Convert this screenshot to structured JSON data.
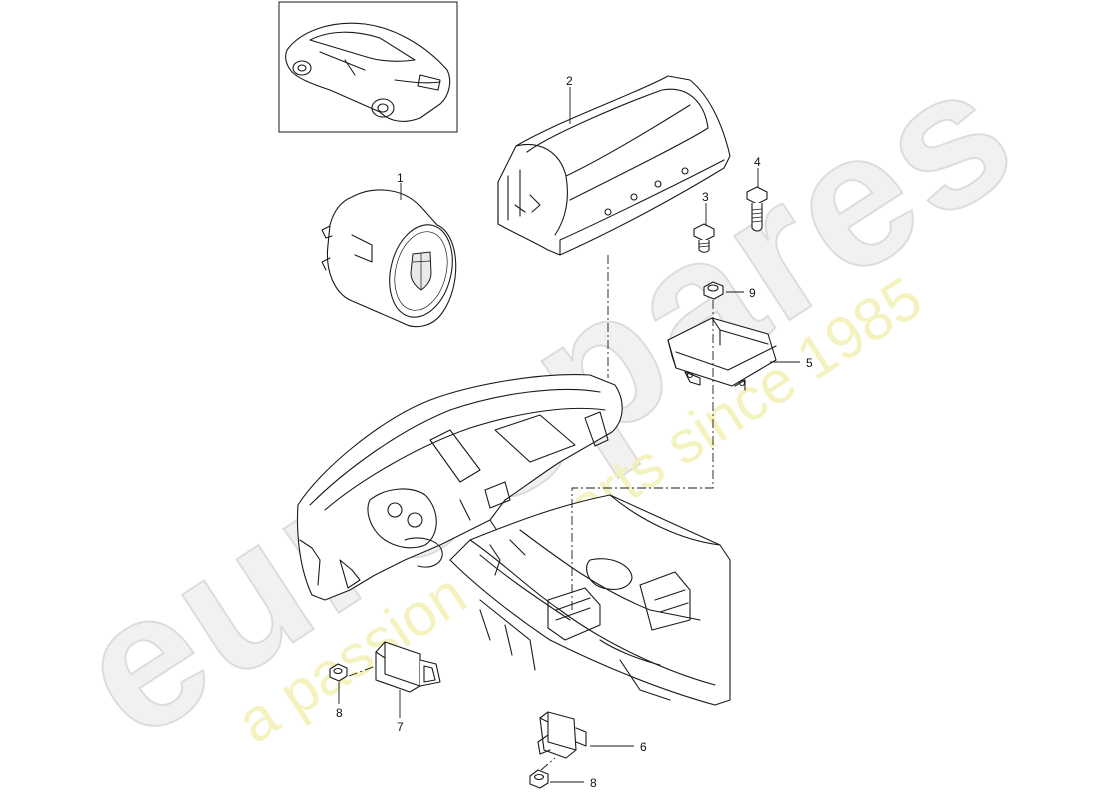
{
  "diagram": {
    "callouts": {
      "p1": "1",
      "p2": "2",
      "p3": "3",
      "p4": "4",
      "p5": "5",
      "p6": "6",
      "p7": "7",
      "p8a": "8",
      "p8b": "8",
      "p9": "9"
    }
  },
  "watermark": {
    "logo_text": "eurospares",
    "slogan": "a passion for parts since 1985"
  }
}
